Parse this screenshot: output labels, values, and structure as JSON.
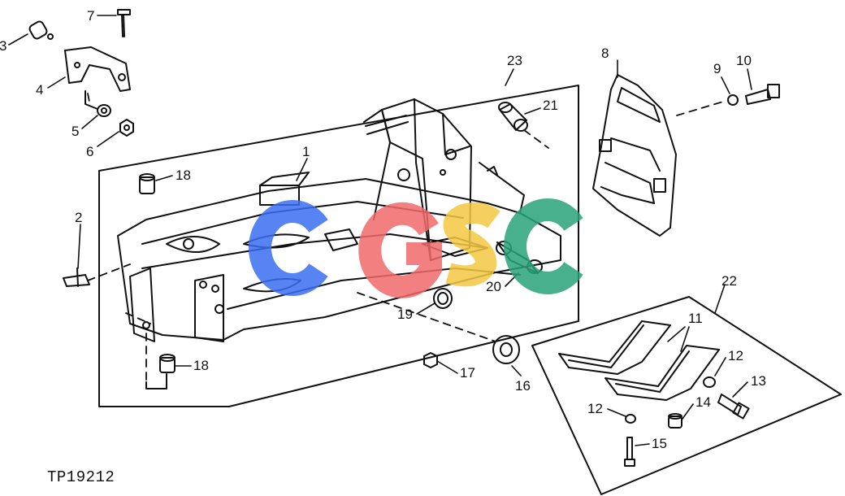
{
  "figure_code": "TP19212",
  "watermark": {
    "text": "CGSC",
    "colors": [
      "#3a6ff0",
      "#f06a6a",
      "#f5c842",
      "#2aa37a"
    ]
  },
  "callouts": {
    "c1": "1",
    "c2": "2",
    "c3": "3",
    "c4": "4",
    "c5": "5",
    "c6": "6",
    "c7": "7",
    "c8": "8",
    "c9": "9",
    "c10": "10",
    "c11": "11",
    "c12a": "12",
    "c12b": "12",
    "c13": "13",
    "c14": "14",
    "c15": "15",
    "c16": "16",
    "c17": "17",
    "c18a": "18",
    "c18b": "18",
    "c19": "19",
    "c20": "20",
    "c21": "21",
    "c22": "22",
    "c23": "23"
  }
}
